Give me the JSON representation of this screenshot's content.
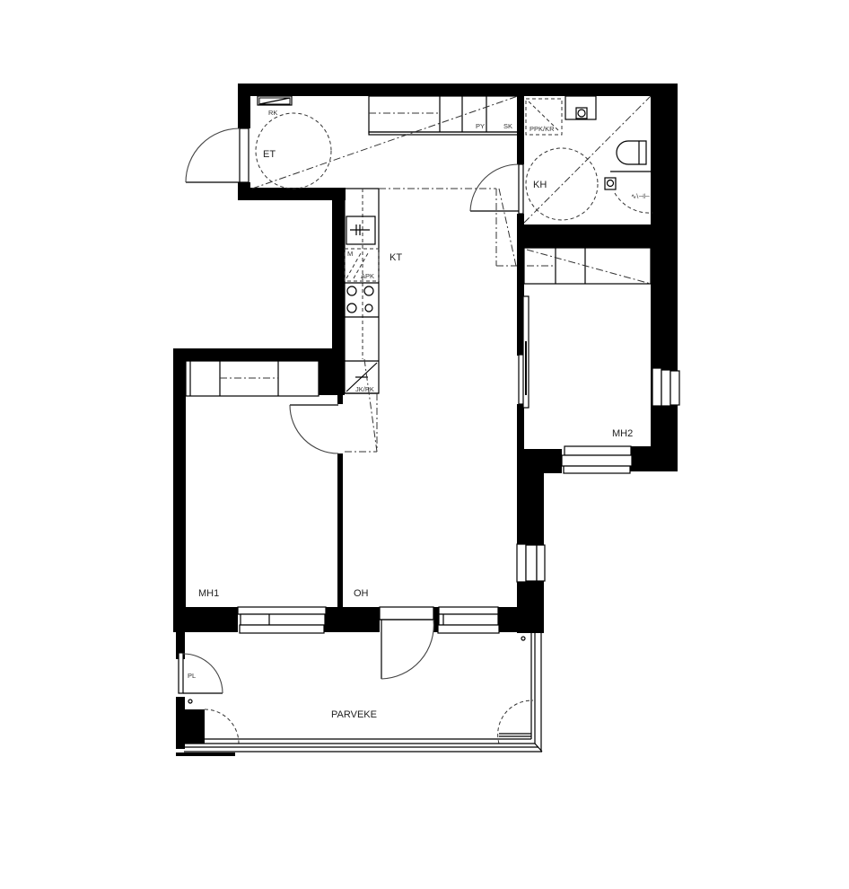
{
  "floorplan": {
    "rooms": {
      "entrance": "ET",
      "kitchen_living": "KT",
      "bathroom": "KH",
      "bedroom_2": "MH2",
      "bedroom_1": "MH1",
      "living_room": "OH",
      "balcony": "PARVEKE"
    },
    "fixtures": {
      "coat_rack": "RK",
      "washer_dryer": "PY",
      "cleaning_cabinet": "SK",
      "washer_dryer_space": "PPK/KR",
      "microwave": "M",
      "dishwasher_space": "APK",
      "fridge_freezer": "JK/PK",
      "balcony_storage": "PL"
    },
    "colors": {
      "wall": "#000000",
      "background": "#ffffff",
      "line": "#333333"
    }
  }
}
